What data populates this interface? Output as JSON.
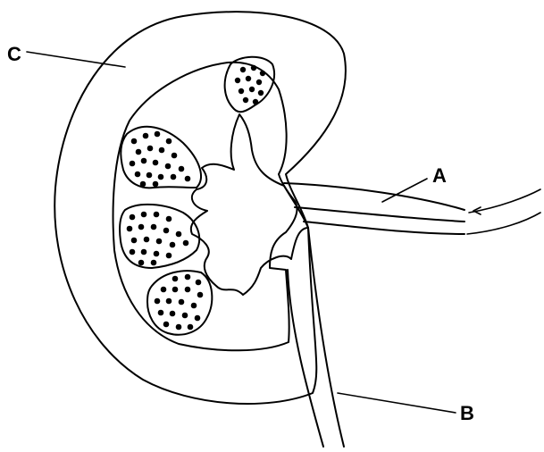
{
  "labels": {
    "a": "A",
    "b": "B",
    "c": "C"
  },
  "colors": {
    "line": "#000000",
    "background": "#ffffff"
  },
  "structures": [
    "cortex",
    "medulla-pyramids",
    "renal-pelvis",
    "ureter",
    "renal-vessels"
  ]
}
